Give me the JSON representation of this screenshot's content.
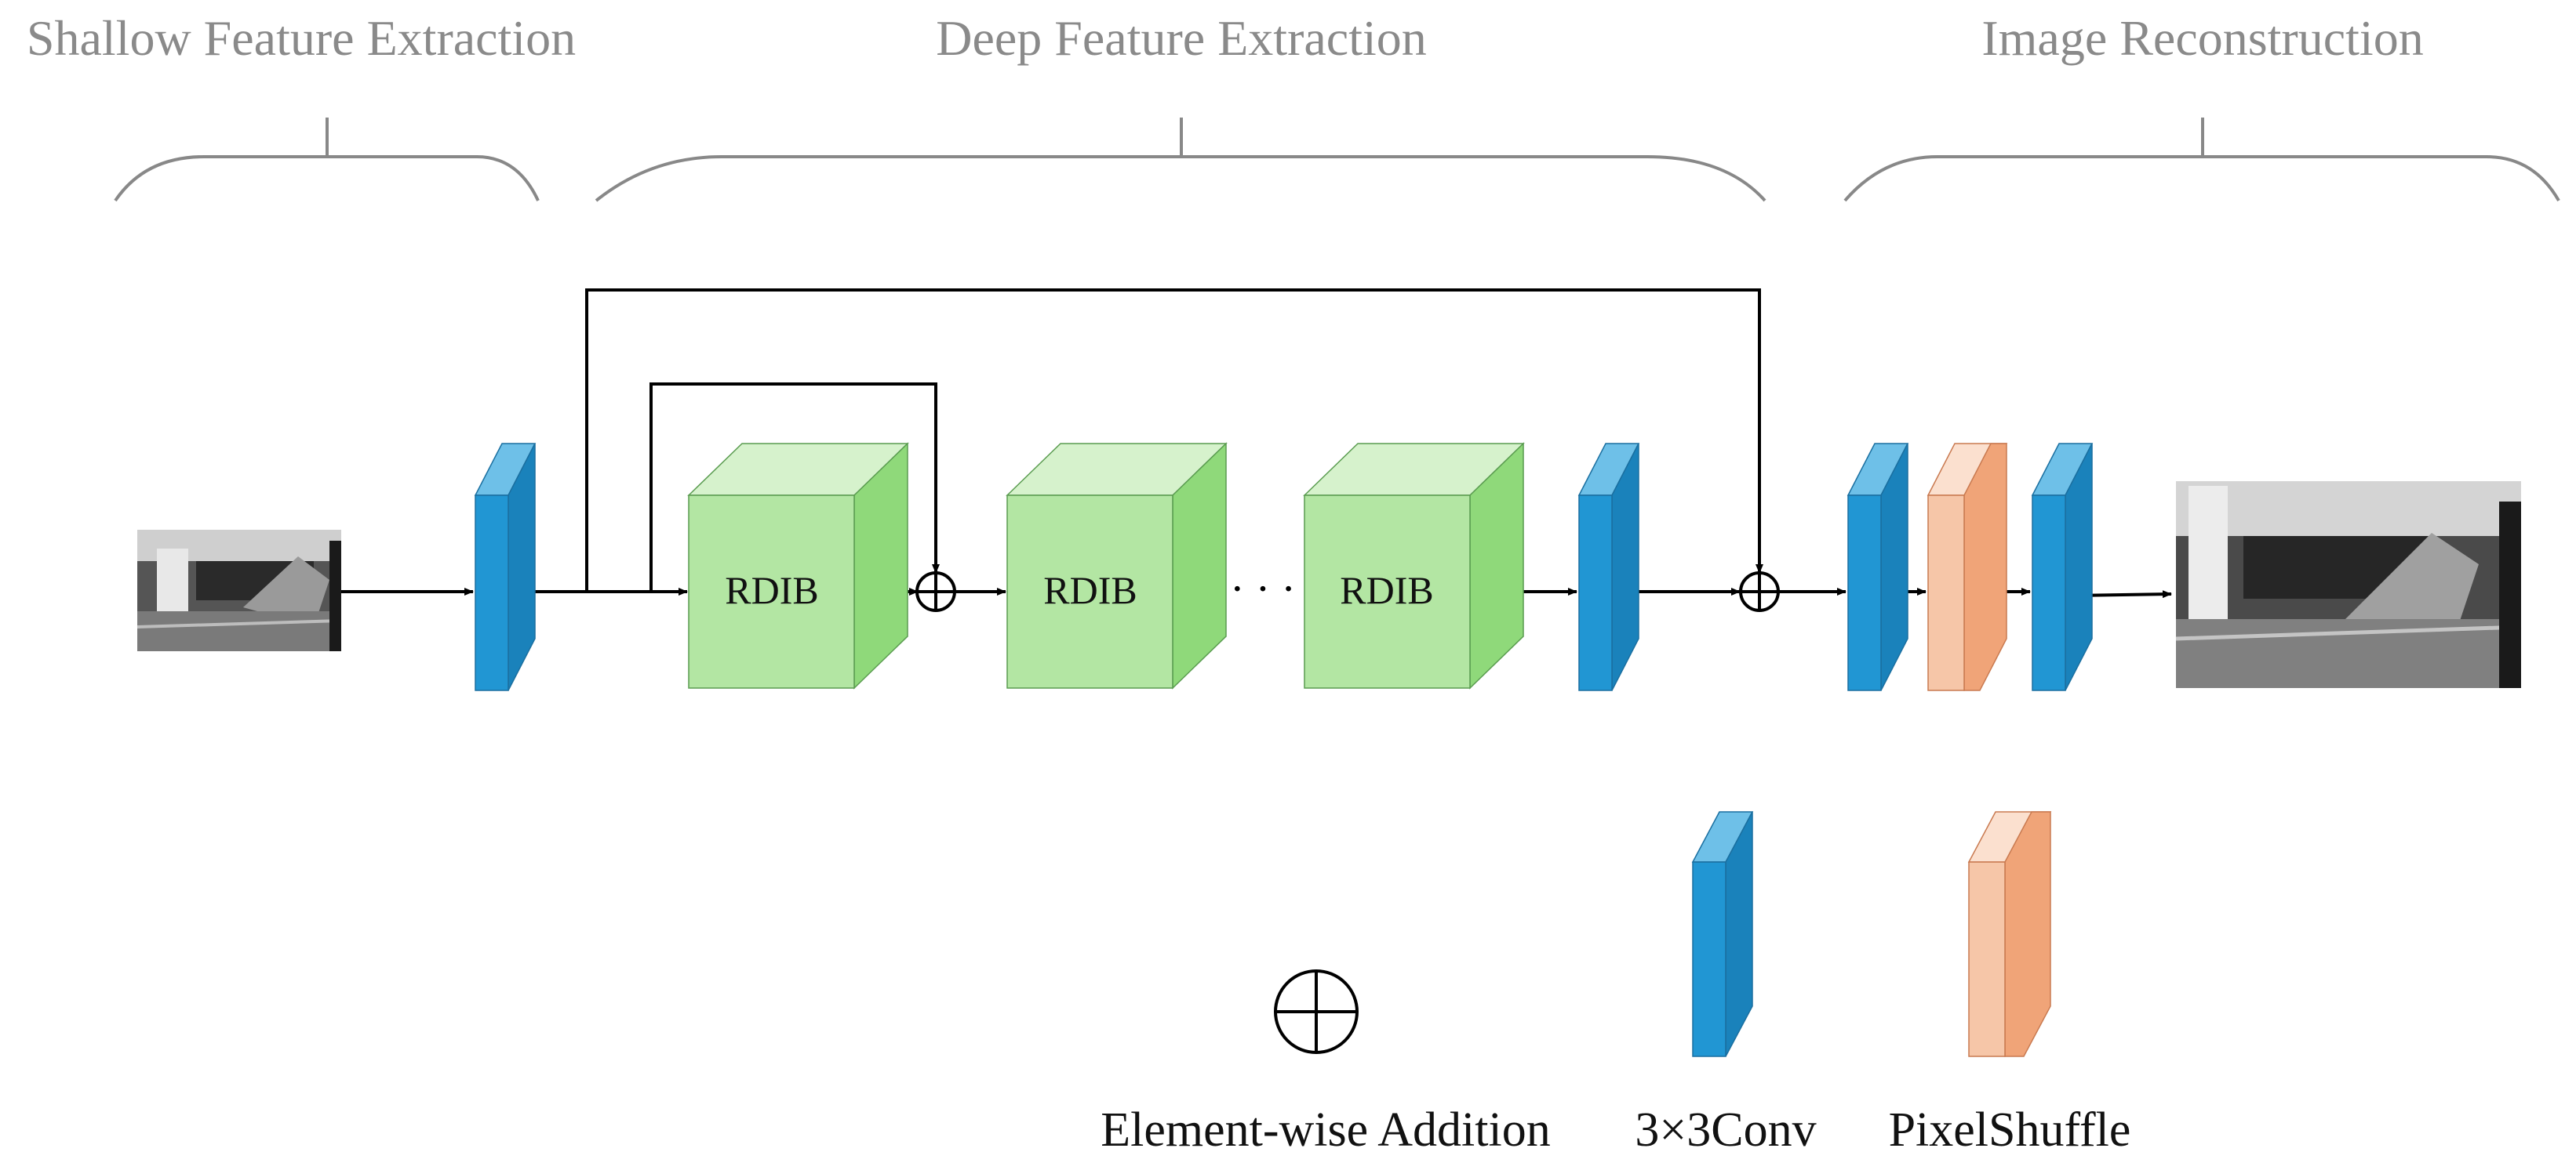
{
  "sections": {
    "shallow": "Shallow Feature Extraction",
    "deep": "Deep Feature Extraction",
    "reconstruction": "Image Reconstruction"
  },
  "blocks": {
    "rdib_1": "RDIB",
    "rdib_2": "RDIB",
    "rdib_3": "RDIB",
    "ellipsis": "· · ·"
  },
  "legend": {
    "addition": "Element-wise Addition",
    "conv": "3×3Conv",
    "pixelshuffle": "PixelShuffle"
  },
  "colors": {
    "conv_front": "#2196d3",
    "conv_side": "#1a82bb",
    "conv_top": "#6ec0e8",
    "rdib_front": "#b3e6a3",
    "rdib_side": "#8fd97a",
    "rdib_top": "#d6f2cc",
    "ps_front": "#f6c6a8",
    "ps_side": "#f0a478",
    "ps_top": "#fbe0cf",
    "brace": "#888888",
    "arrow": "#000000"
  },
  "icons": {
    "input_image": "grayscale-input-image",
    "output_image": "grayscale-output-image",
    "addition": "circle-plus-icon"
  }
}
